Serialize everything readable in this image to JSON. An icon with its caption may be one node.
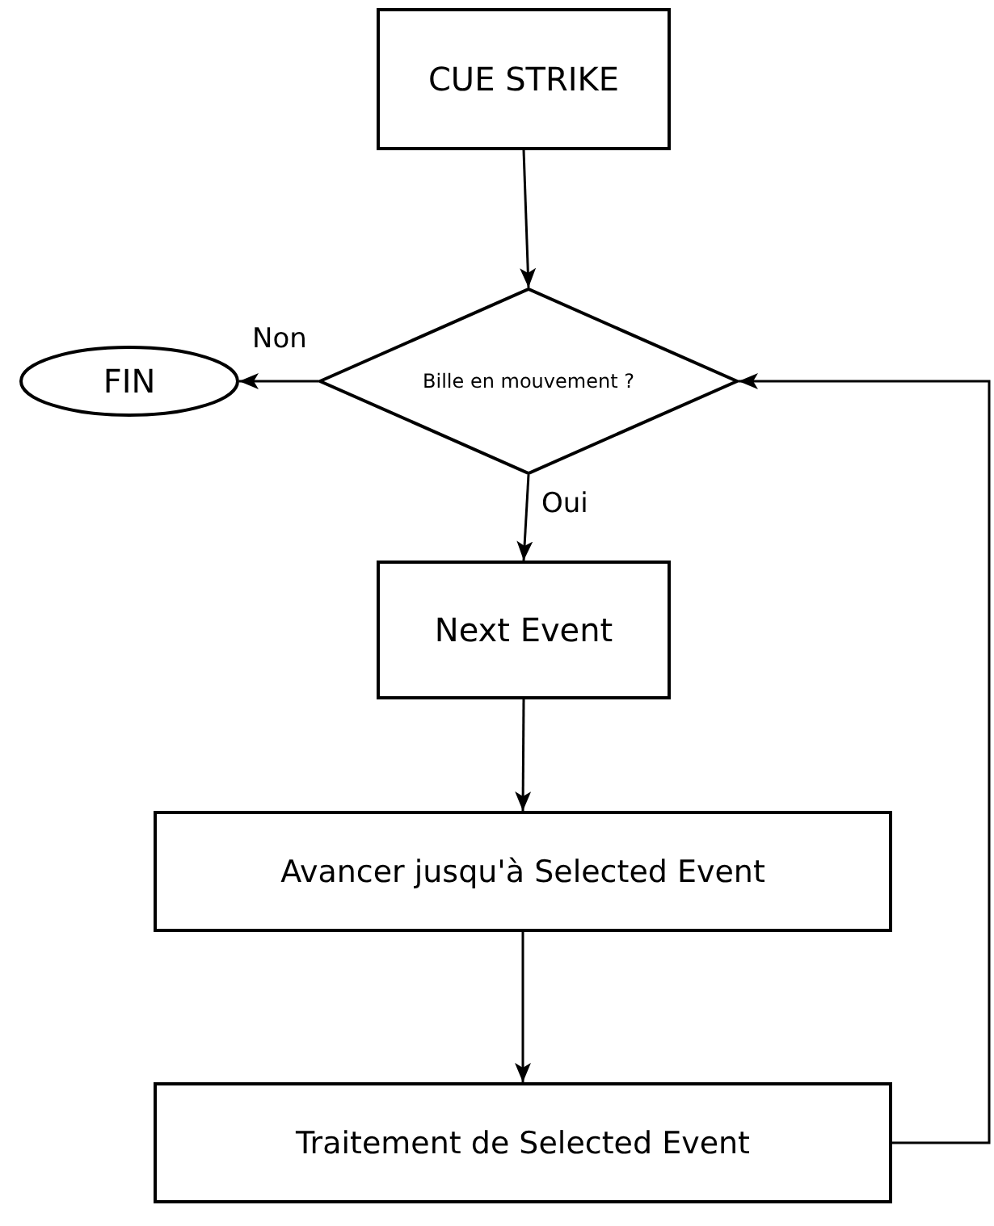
{
  "diagram": {
    "nodes": [
      {
        "text": [
          "CUE STRIKE"
        ]
      },
      {
        "text": [
          "Bille en mouvement ?"
        ]
      },
      {
        "text": [
          "FIN"
        ]
      },
      {
        "text": [
          "Next Event"
        ]
      },
      {
        "text": [
          "Avancer jusqu'à Selected Event"
        ]
      },
      {
        "text": [
          "Traitement de Selected Event"
        ]
      }
    ],
    "edges": [
      {
        "from": 0,
        "to": 1,
        "arrow": "to"
      },
      {
        "from": 1,
        "to": 2,
        "arrow": "to",
        "label": "Non"
      },
      {
        "from": 1,
        "to": 3,
        "arrow": "to",
        "label": "Oui"
      },
      {
        "from": 3,
        "to": 4,
        "arrow": "to"
      },
      {
        "from": 4,
        "to": 5,
        "arrow": "to"
      },
      {
        "from": 5,
        "to": 1,
        "arrow": "to"
      }
    ]
  }
}
